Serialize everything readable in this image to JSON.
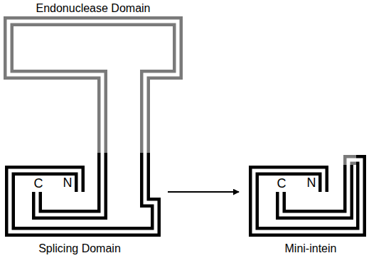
{
  "diagram": {
    "nodes": [
      {
        "text": [
          "Endonuclease Domain",
          "C",
          "N",
          "Splicing Domain"
        ]
      },
      {
        "text": [
          "C",
          "N",
          "Mini-intein"
        ]
      }
    ],
    "edges": [
      {
        "from": 0,
        "to": 1,
        "arrow": "to"
      }
    ]
  }
}
